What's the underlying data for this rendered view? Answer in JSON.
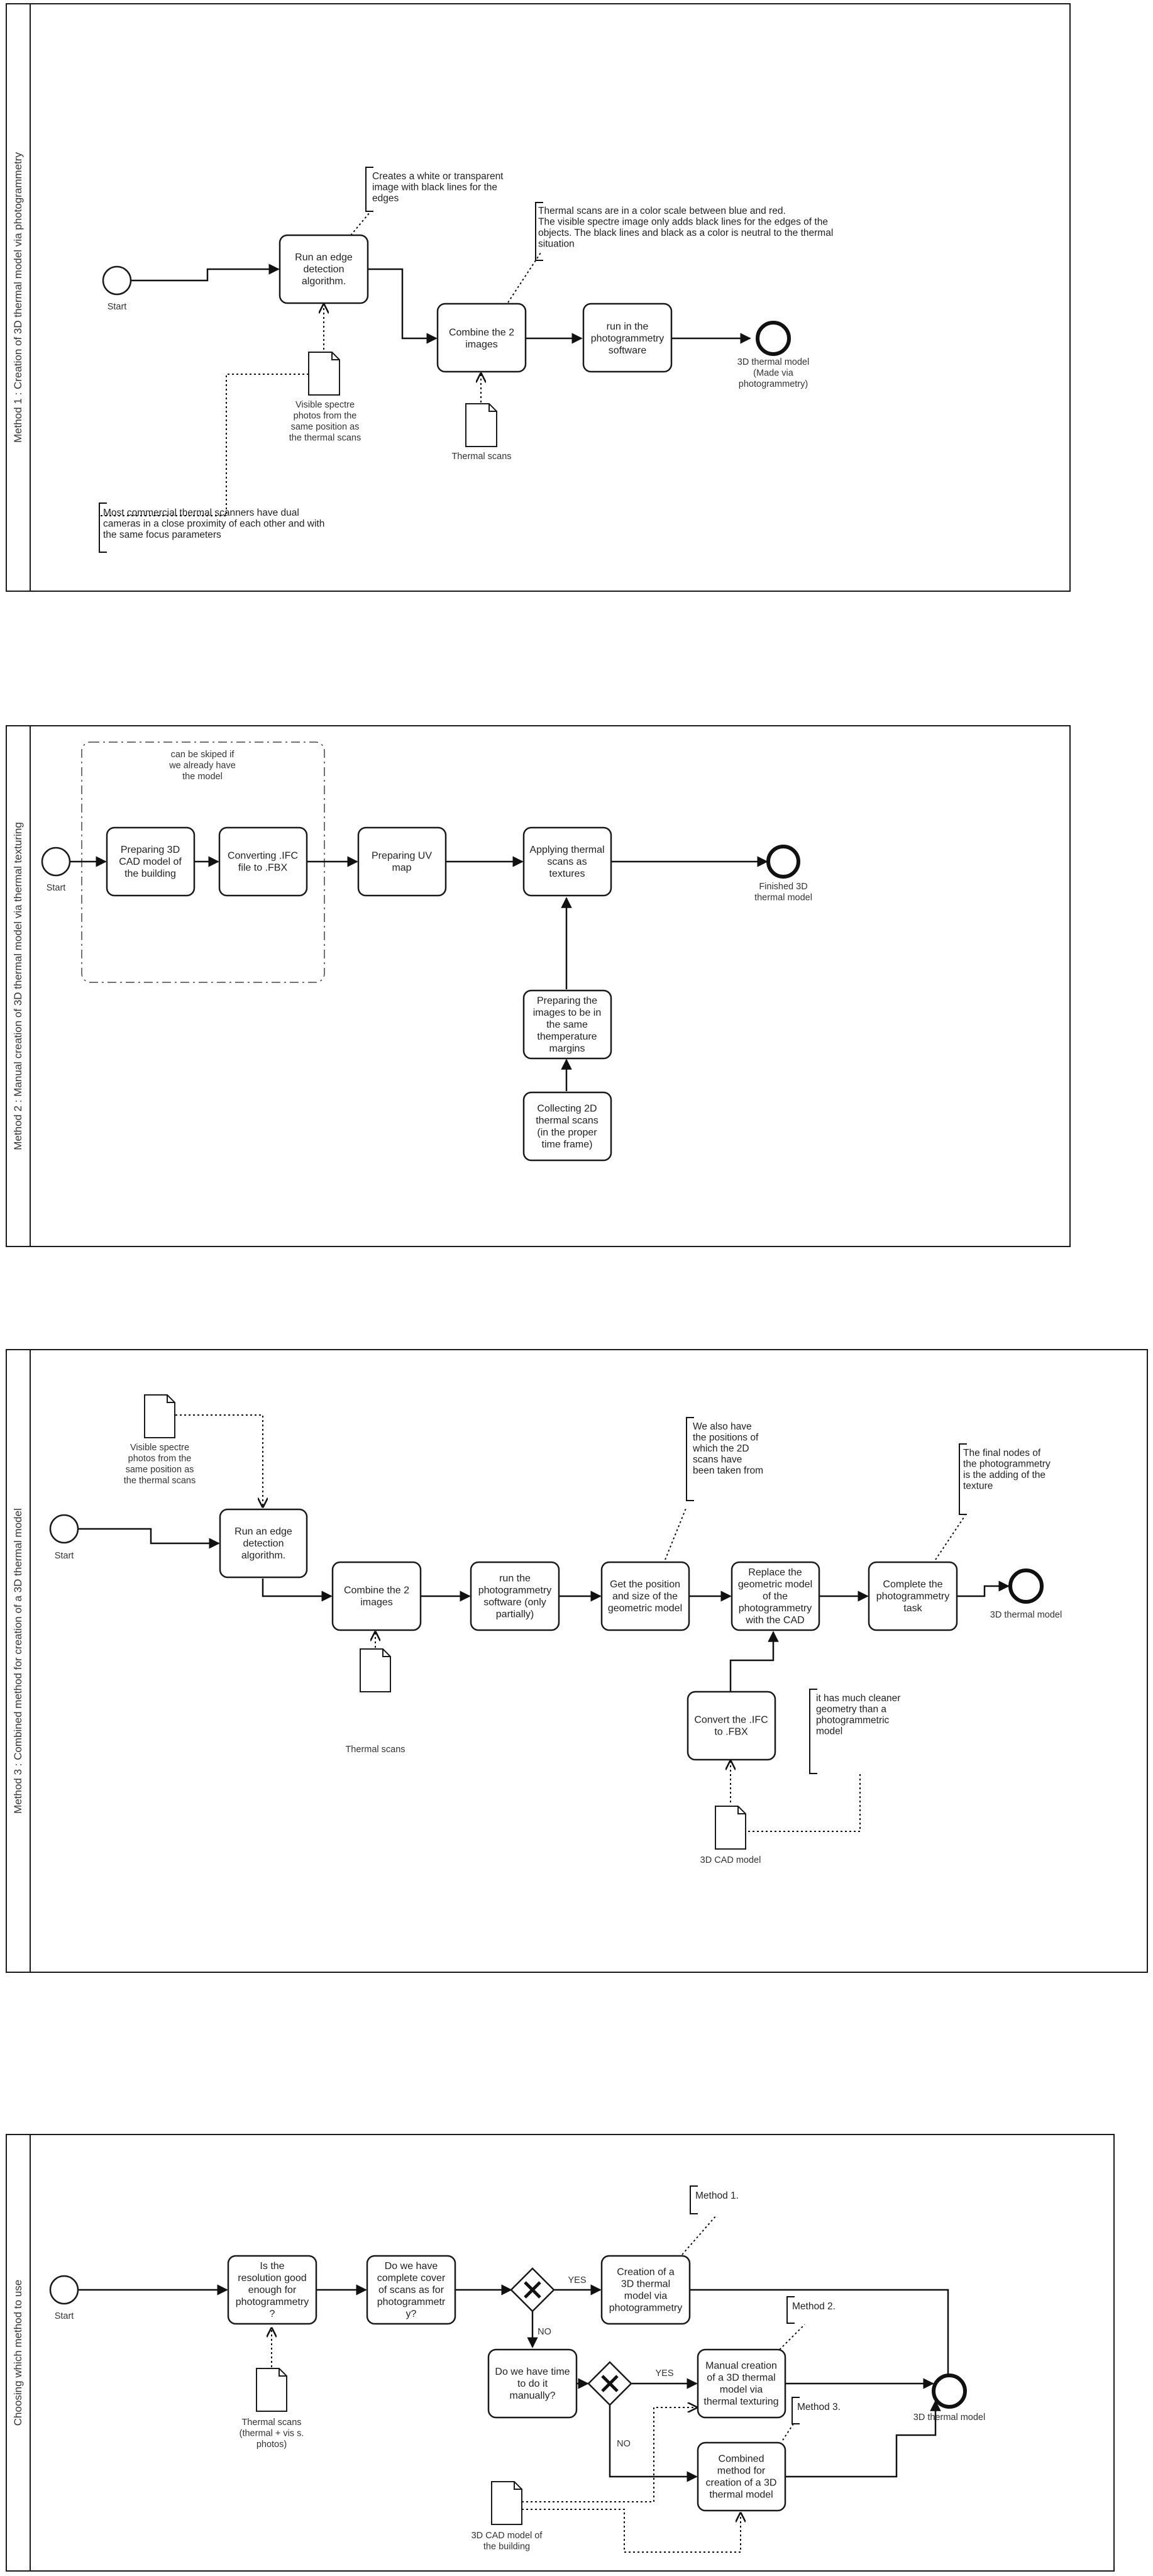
{
  "method1": {
    "lane_title": "Method 1 :  Creation of 3D thermal model via photogrammetry",
    "start": "Start",
    "task_edge": [
      "Run an edge",
      "detection",
      "algorithm."
    ],
    "task_combine": [
      "Combine the 2",
      "images"
    ],
    "task_photogrammetry": [
      "run in the",
      "photogrammetry",
      "software"
    ],
    "end_label": [
      "3D thermal model",
      "(Made via",
      "photogrammetry)"
    ],
    "doc_visible": [
      "Visible spectre",
      "photos from the",
      "same position as",
      "the thermal scans"
    ],
    "doc_thermal": [
      "Thermal scans"
    ],
    "anno_edge": [
      "Creates a white or transparent",
      "image with black lines for the",
      "edges"
    ],
    "anno_thermal": [
      "Thermal scans are in a color scale between blue and red.",
      "The visible spectre image only adds black lines for the edges of the",
      "objects. The black lines and black as a color is neutral to the thermal",
      "situation"
    ],
    "anno_scanners": [
      "Most commercial thermal scanners have dual",
      "cameras in a close proximity of each other and with",
      "the same focus parameters"
    ]
  },
  "method2": {
    "lane_title": "Method 2 :  Manual creation of 3D thermal model via thermal texturing",
    "start": "Start",
    "group_label": [
      "can be skiped if",
      "we already have",
      "the model"
    ],
    "task_cad": [
      "Preparing 3D",
      "CAD model of",
      "the building"
    ],
    "task_convert": [
      "Converting .IFC",
      "file to .FBX"
    ],
    "task_uv": [
      "Preparing UV",
      "map"
    ],
    "task_apply": [
      "Applying thermal",
      "scans as",
      "textures"
    ],
    "task_prepare": [
      "Preparing the",
      "images to be in",
      "the same",
      "themperature",
      "margins"
    ],
    "task_collect": [
      "Collecting 2D",
      "thermal scans",
      "(in the proper",
      "time frame)"
    ],
    "end_label": [
      "Finished 3D",
      "thermal model"
    ]
  },
  "method3": {
    "lane_title": "Method 3 :  Combined method for creation of a 3D thermal model",
    "start": "Start",
    "doc_visible": [
      "Visible spectre",
      "photos from the",
      "same position as",
      "the thermal scans"
    ],
    "task_edge": [
      "Run an edge",
      "detection",
      "algorithm."
    ],
    "task_combine": [
      "Combine the 2",
      "images"
    ],
    "task_photogrammetry": [
      "run the",
      "photogrammetry",
      "software (only",
      "partially)"
    ],
    "task_position": [
      "Get the position",
      "and size of the",
      "geometric model"
    ],
    "task_replace": [
      "Replace the",
      "geometric model",
      "of the",
      "photogrammetry",
      "with the CAD"
    ],
    "task_complete": [
      "Complete the",
      "photogrammetry",
      "task"
    ],
    "task_convert": [
      "Convert the .IFC",
      "to .FBX"
    ],
    "doc_thermal": [
      "Thermal scans"
    ],
    "doc_cad": [
      "3D CAD model"
    ],
    "end_label": [
      "3D thermal model"
    ],
    "anno_positions": [
      "We also have",
      "the positions of",
      "which the 2D",
      "scans have",
      "been taken from"
    ],
    "anno_final": [
      "The final nodes of",
      "the photogrammetry",
      "is the adding of the",
      "texture"
    ],
    "anno_cleaner": [
      "it has much cleaner",
      "geometry than a",
      "photogrammetric",
      "model"
    ]
  },
  "choose": {
    "lane_title": "Choosing which method to use",
    "start": "Start",
    "task_resolution": [
      "Is the",
      "resolution good",
      "enough for",
      "photogrammetry",
      "?"
    ],
    "task_cover": [
      "Do we have",
      "complete cover",
      "of scans as for",
      "photogrammetr",
      "y?"
    ],
    "task_creation_photo": [
      "Creation of a",
      "3D thermal",
      "model via",
      "photogrammetry"
    ],
    "task_time": [
      "Do we have time",
      "to do it",
      "manually?"
    ],
    "task_manual": [
      "Manual creation",
      "of a 3D thermal",
      "model via",
      "thermal texturing"
    ],
    "task_combined": [
      "Combined",
      "method for",
      "creation of a 3D",
      "thermal model"
    ],
    "yes1": "YES",
    "no1": "NO",
    "yes2": "YES",
    "no2": "NO",
    "doc_thermal": [
      "Thermal scans",
      "(thermal + vis s.",
      "photos)"
    ],
    "doc_cad": [
      "3D CAD model of",
      "the building"
    ],
    "anno_m1": [
      "Method 1."
    ],
    "anno_m2": [
      "Method 2."
    ],
    "anno_m3": [
      "Method 3."
    ],
    "end_label": [
      "3D thermal model"
    ]
  }
}
